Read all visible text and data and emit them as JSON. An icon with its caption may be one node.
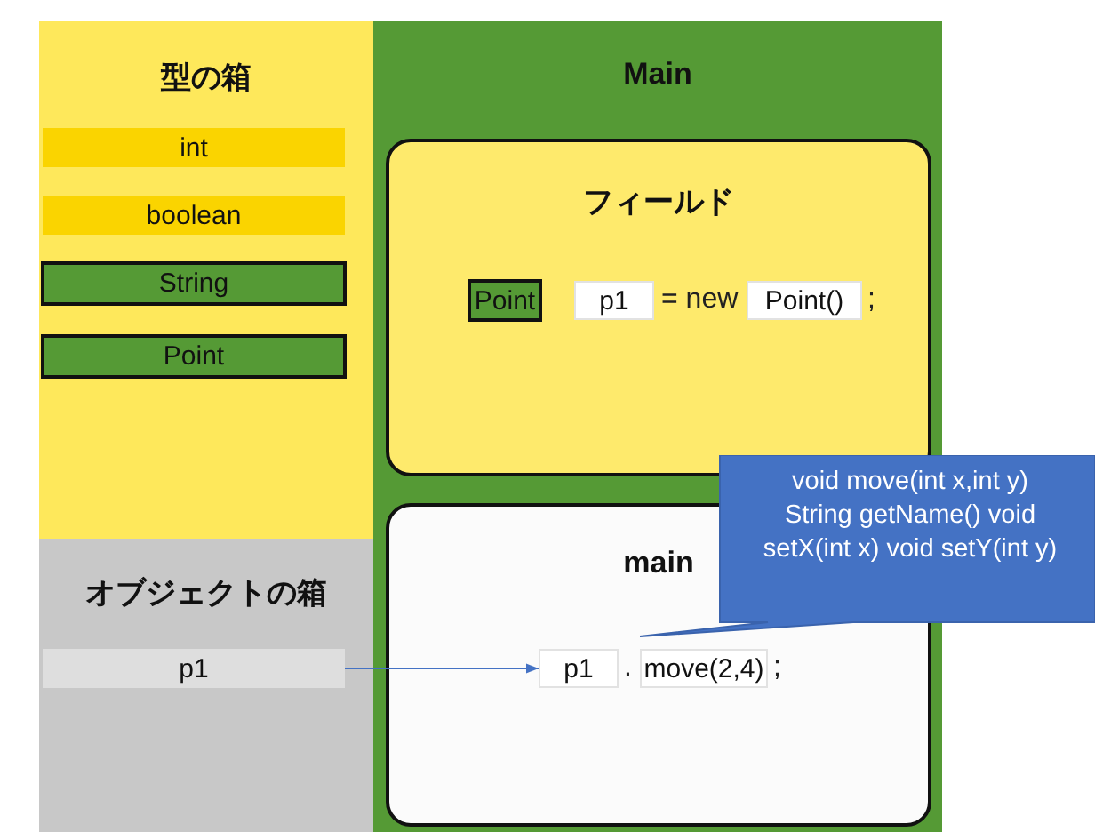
{
  "diagram": {
    "nodes": [
      {
        "text": [
          "型の箱"
        ]
      },
      {
        "text": [
          "int"
        ],
        "in": 0
      },
      {
        "text": [
          "boolean"
        ],
        "in": 0
      },
      {
        "text": [
          "String"
        ],
        "in": 0
      },
      {
        "text": [
          "Point"
        ],
        "in": 0
      },
      {
        "text": [
          "オブジェクトの箱"
        ]
      },
      {
        "text": [
          "p1"
        ],
        "in": 5
      },
      {
        "text": [
          "Main"
        ]
      },
      {
        "text": [
          "フィールド"
        ],
        "in": 7
      },
      {
        "text": [
          "Point"
        ],
        "in": 8
      },
      {
        "text": [
          "p1"
        ],
        "in": 8
      },
      {
        "text": [
          "Point()"
        ],
        "in": 8
      },
      {
        "text": [
          "main"
        ],
        "in": 7
      },
      {
        "text": [
          "p1"
        ],
        "in": 12
      },
      {
        "text": [
          "move(2,4)"
        ],
        "in": 12
      },
      {
        "text": [
          "void move(int x,int y) String getName() void setX(int x) void setY(int y)"
        ]
      }
    ],
    "edges": [
      {
        "from": 6,
        "to": 13,
        "arrow": "to",
        "color": "#4472c4"
      }
    ],
    "labels": [
      "= new",
      ";",
      ".",
      ";"
    ]
  }
}
